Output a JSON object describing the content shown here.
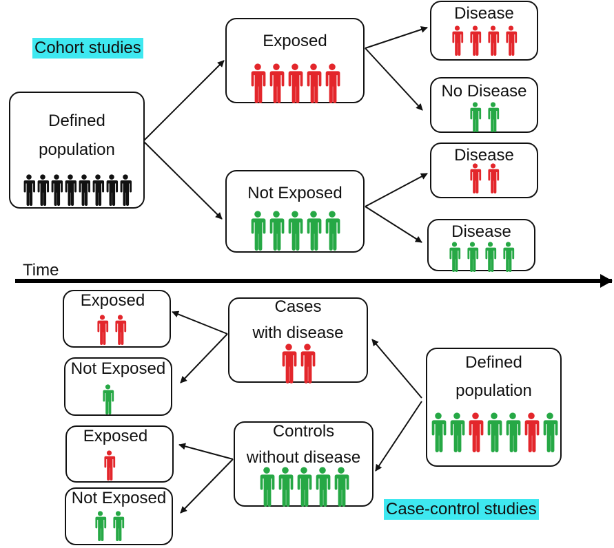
{
  "labels": {
    "cohort": "Cohort studies",
    "case_control": "Case-control studies",
    "time": "Time"
  },
  "colors": {
    "exposed_red": "#e3262b",
    "unexposed_green": "#26a845",
    "population_black": "#111111",
    "highlight_cyan": "#3ee8f0"
  },
  "cohort": {
    "population": {
      "line1": "Defined",
      "line2": "population",
      "people": [
        "black",
        "black",
        "black",
        "black",
        "black",
        "black",
        "black",
        "black"
      ]
    },
    "exposed": {
      "label": "Exposed",
      "people": [
        "red",
        "red",
        "red",
        "red",
        "red"
      ]
    },
    "not_exposed": {
      "label": "Not Exposed",
      "people": [
        "green",
        "green",
        "green",
        "green",
        "green"
      ]
    },
    "exposed_disease": {
      "label": "Disease",
      "people": [
        "red",
        "red",
        "red",
        "red"
      ]
    },
    "exposed_no_disease": {
      "label": "No Disease",
      "people": [
        "green",
        "green"
      ]
    },
    "unexposed_disease": {
      "label": "Disease",
      "people": [
        "red",
        "red"
      ]
    },
    "unexposed_other": {
      "label": "Disease",
      "people": [
        "green",
        "green",
        "green",
        "green"
      ]
    }
  },
  "case_control": {
    "population": {
      "line1": "Defined",
      "line2": "population",
      "people": [
        "green",
        "green",
        "red",
        "green",
        "green",
        "red",
        "green"
      ]
    },
    "cases": {
      "line1": "Cases",
      "line2": "with disease",
      "people": [
        "red",
        "red"
      ]
    },
    "controls": {
      "line1": "Controls",
      "line2": "without disease",
      "people": [
        "green",
        "green",
        "green",
        "green",
        "green"
      ]
    },
    "cases_exposed": {
      "label": "Exposed",
      "people": [
        "red",
        "red"
      ]
    },
    "cases_not_exposed": {
      "label": "Not Exposed",
      "people": [
        "green"
      ]
    },
    "controls_exposed": {
      "label": "Exposed",
      "people": [
        "red"
      ]
    },
    "controls_not_exposed": {
      "label": "Not Exposed",
      "people": [
        "green",
        "green"
      ]
    }
  }
}
